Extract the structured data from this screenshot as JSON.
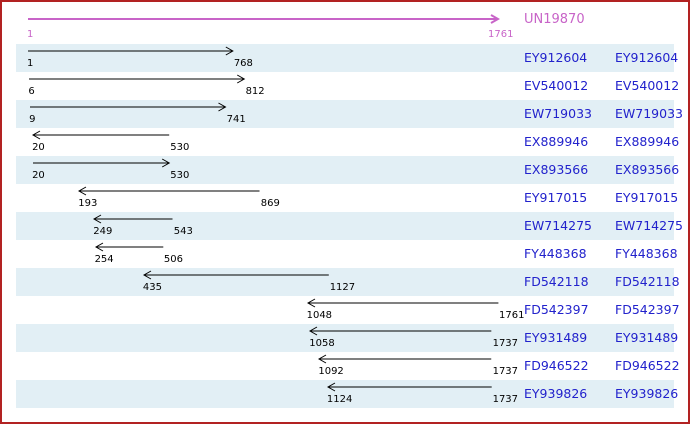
{
  "reference": {
    "label": "UN19870",
    "start": 1,
    "end": 1761,
    "length": 1761
  },
  "alignments": [
    {
      "accession": "EY912604",
      "start": 1,
      "end": 768,
      "direction": "right"
    },
    {
      "accession": "EV540012",
      "start": 6,
      "end": 812,
      "direction": "right"
    },
    {
      "accession": "EW719033",
      "start": 9,
      "end": 741,
      "direction": "right"
    },
    {
      "accession": "EX889946",
      "start": 20,
      "end": 530,
      "direction": "left"
    },
    {
      "accession": "EX893566",
      "start": 20,
      "end": 530,
      "direction": "right"
    },
    {
      "accession": "EY917015",
      "start": 193,
      "end": 869,
      "direction": "left"
    },
    {
      "accession": "EW714275",
      "start": 249,
      "end": 543,
      "direction": "left"
    },
    {
      "accession": "FY448368",
      "start": 254,
      "end": 506,
      "direction": "left"
    },
    {
      "accession": "FD542118",
      "start": 435,
      "end": 1127,
      "direction": "left"
    },
    {
      "accession": "FD542397",
      "start": 1048,
      "end": 1761,
      "direction": "left"
    },
    {
      "accession": "EY931489",
      "start": 1058,
      "end": 1737,
      "direction": "left"
    },
    {
      "accession": "FD946522",
      "start": 1092,
      "end": 1737,
      "direction": "left"
    },
    {
      "accession": "EY939826",
      "start": 1124,
      "end": 1737,
      "direction": "left"
    }
  ],
  "colors": {
    "page_border": "#B22222",
    "row_band": "#E2EFF5",
    "accession_link": "#2222CC",
    "reference_magenta": "#C864C8",
    "alignment_arrow": "#000000"
  }
}
